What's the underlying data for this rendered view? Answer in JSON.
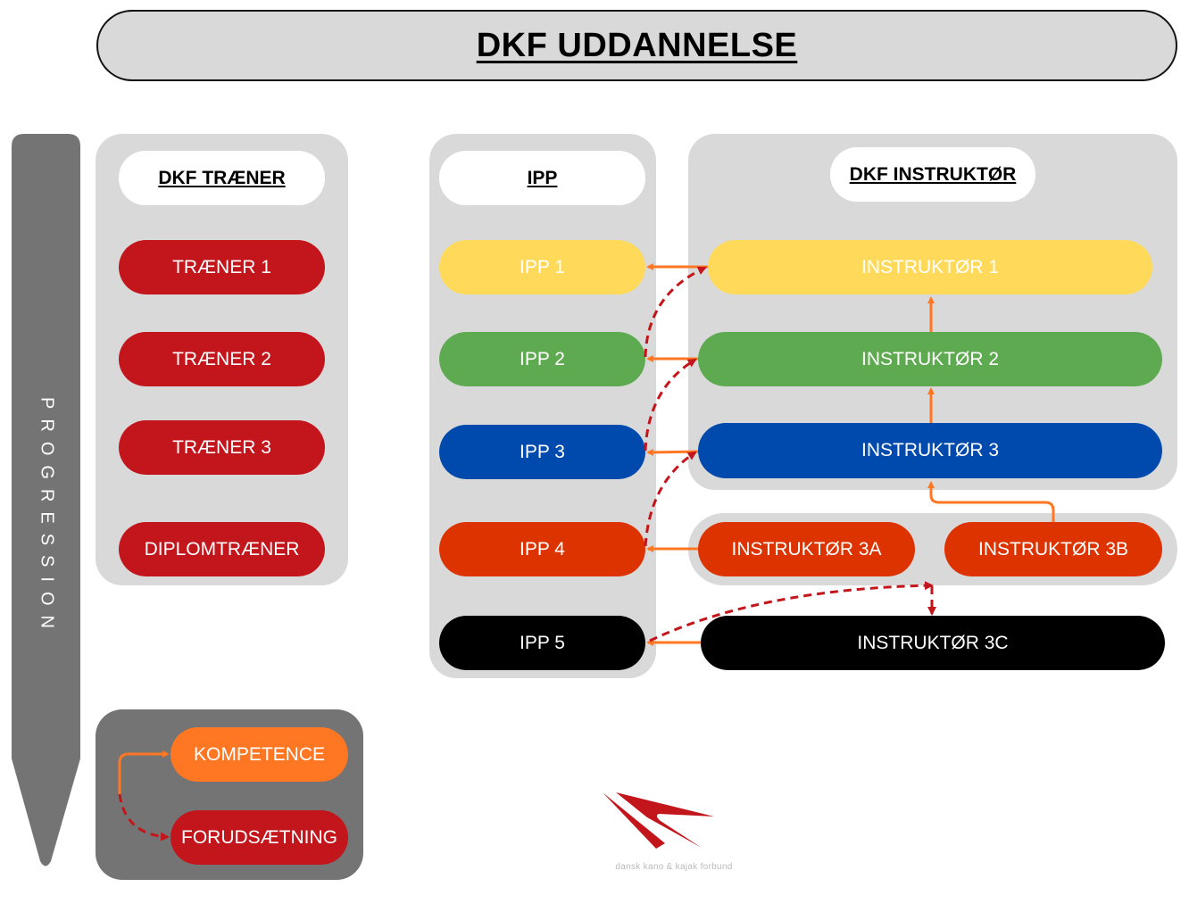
{
  "title": "DKF UDDANNELSE",
  "progression_label": "PROGRESSION",
  "colors": {
    "panel_gray": "#d9d9d9",
    "dark_gray": "#747474",
    "red": "#c3161c",
    "yellow": "#ffda5a",
    "green": "#5eaa50",
    "blue": "#004aad",
    "orangered": "#dd3300",
    "black": "#000000",
    "orange": "#ff7722",
    "prereq_arrow": "#c3161c",
    "competence_arrow": "#ff7722"
  },
  "traener": {
    "header": "DKF TRÆNER",
    "items": [
      {
        "label": "TRÆNER 1"
      },
      {
        "label": "TRÆNER 2"
      },
      {
        "label": "TRÆNER 3"
      },
      {
        "label": "DIPLOMTRÆNER"
      }
    ]
  },
  "ipp": {
    "header": "IPP",
    "items": [
      {
        "label": "IPP 1"
      },
      {
        "label": "IPP 2"
      },
      {
        "label": "IPP 3"
      },
      {
        "label": "IPP 4"
      },
      {
        "label": "IPP 5"
      }
    ]
  },
  "instruktor": {
    "header": "DKF INSTRUKTØR",
    "items": [
      {
        "label": "INSTRUKTØR 1"
      },
      {
        "label": "INSTRUKTØR 2"
      },
      {
        "label": "INSTRUKTØR 3"
      },
      {
        "label": "INSTRUKTØR 3A"
      },
      {
        "label": "INSTRUKTØR 3B"
      },
      {
        "label": "INSTRUKTØR 3C"
      }
    ]
  },
  "legend": {
    "competence": "KOMPETENCE",
    "prerequisite": "FORUDSÆTNING"
  },
  "logo": {
    "text": "dansk kano & kajak forbund",
    "icon": "dkf-arrow-logo-icon"
  }
}
